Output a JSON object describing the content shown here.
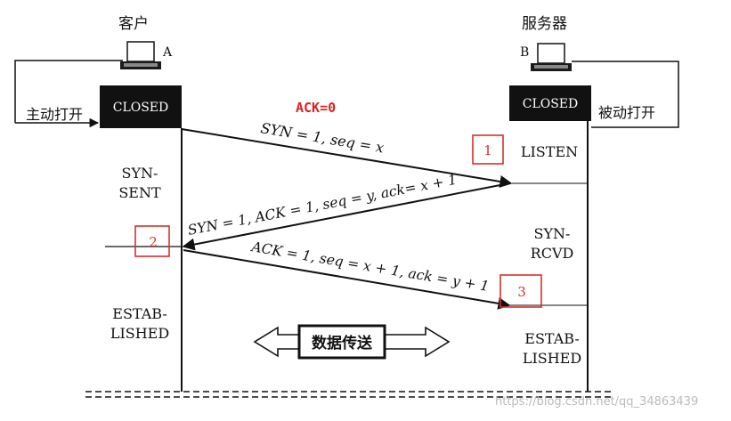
{
  "client": {
    "label": "客户",
    "host_letter": "A",
    "state_box": "CLOSED",
    "action": "主动打开",
    "states": [
      "SYN-",
      "SENT",
      "ESTAB-",
      "LISHED"
    ]
  },
  "server": {
    "label": "服务器",
    "host_letter": "B",
    "state_box": "CLOSED",
    "action": "被动打开",
    "states": [
      "LISTEN",
      "SYN-",
      "RCVD",
      "ESTAB-",
      "LISHED"
    ]
  },
  "annotation": {
    "text": "ACK=0",
    "color": "#e0201c"
  },
  "messages": [
    {
      "text": "SYN = 1, seq = x"
    },
    {
      "text": "SYN = 1, ACK = 1, seq = y, ack= x + 1"
    },
    {
      "text": "ACK = 1, seq = x + 1, ack = y + 1"
    }
  ],
  "markers": [
    "1",
    "2",
    "3"
  ],
  "marker_color": "#d9302a",
  "data_transfer": "数据传送",
  "watermark": "https://blog.csdn.net/qq_34863439"
}
